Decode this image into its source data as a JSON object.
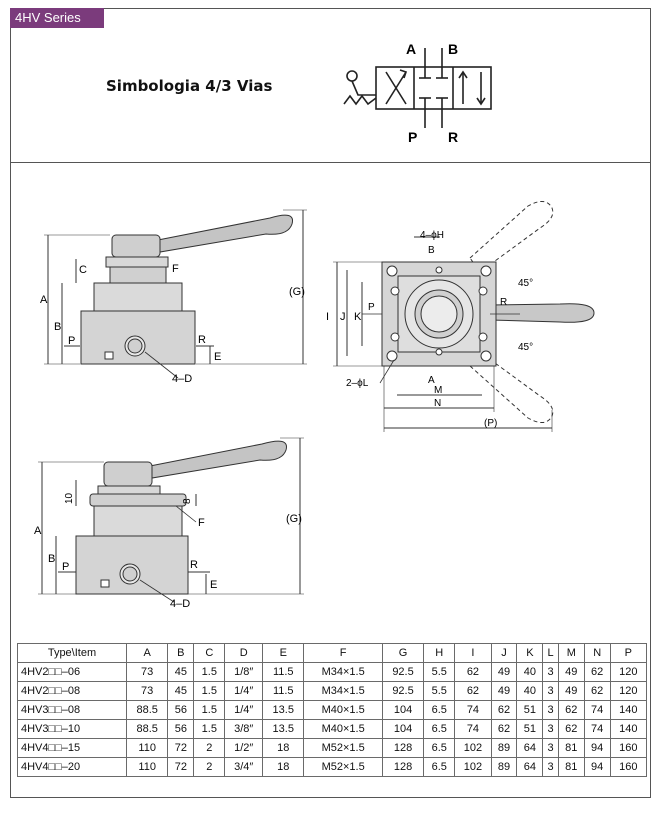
{
  "series_tag": "4HV Series",
  "symbol_title": "Simbologia 4/3 Vias",
  "symbol_ports": {
    "a": "A",
    "b": "B",
    "p": "P",
    "r": "R"
  },
  "colors": {
    "series_tag_bg": "#7b3b7c",
    "body_fill": "#d4d4d4",
    "line": "#333333"
  },
  "front_view": {
    "labels": {
      "A": "A",
      "B": "B",
      "C": "C",
      "F": "F",
      "G": "(G)",
      "P": "P",
      "R": "R",
      "E": "E",
      "D": "4–D"
    }
  },
  "top_view": {
    "labels": {
      "H": "4–ϕH",
      "B": "B",
      "A": "A",
      "I": "I",
      "J": "J",
      "K": "K",
      "P": "P",
      "R": "R",
      "L": "2–ϕL",
      "M": "M",
      "N": "N",
      "Ptotal": "(P)",
      "angle1": "45°",
      "angle2": "45°"
    }
  },
  "lower_view": {
    "labels": {
      "ten": "10",
      "eight": "8",
      "A": "A",
      "B": "B",
      "F": "F",
      "G": "(G)",
      "P": "P",
      "R": "R",
      "E": "E",
      "D": "4–D"
    }
  },
  "table": {
    "headers": [
      "Type\\Item",
      "A",
      "B",
      "C",
      "D",
      "E",
      "F",
      "G",
      "H",
      "I",
      "J",
      "K",
      "L",
      "M",
      "N",
      "P"
    ],
    "rows": [
      [
        "4HV2□□–06",
        "73",
        "45",
        "1.5",
        "1/8″",
        "11.5",
        "M34×1.5",
        "92.5",
        "5.5",
        "62",
        "49",
        "40",
        "3",
        "49",
        "62",
        "120"
      ],
      [
        "4HV2□□–08",
        "73",
        "45",
        "1.5",
        "1/4″",
        "11.5",
        "M34×1.5",
        "92.5",
        "5.5",
        "62",
        "49",
        "40",
        "3",
        "49",
        "62",
        "120"
      ],
      [
        "4HV3□□–08",
        "88.5",
        "56",
        "1.5",
        "1/4″",
        "13.5",
        "M40×1.5",
        "104",
        "6.5",
        "74",
        "62",
        "51",
        "3",
        "62",
        "74",
        "140"
      ],
      [
        "4HV3□□–10",
        "88.5",
        "56",
        "1.5",
        "3/8″",
        "13.5",
        "M40×1.5",
        "104",
        "6.5",
        "74",
        "62",
        "51",
        "3",
        "62",
        "74",
        "140"
      ],
      [
        "4HV4□□–15",
        "110",
        "72",
        "2",
        "1/2″",
        "18",
        "M52×1.5",
        "128",
        "6.5",
        "102",
        "89",
        "64",
        "3",
        "81",
        "94",
        "160"
      ],
      [
        "4HV4□□–20",
        "110",
        "72",
        "2",
        "3/4″",
        "18",
        "M52×1.5",
        "128",
        "6.5",
        "102",
        "89",
        "64",
        "3",
        "81",
        "94",
        "160"
      ]
    ]
  }
}
